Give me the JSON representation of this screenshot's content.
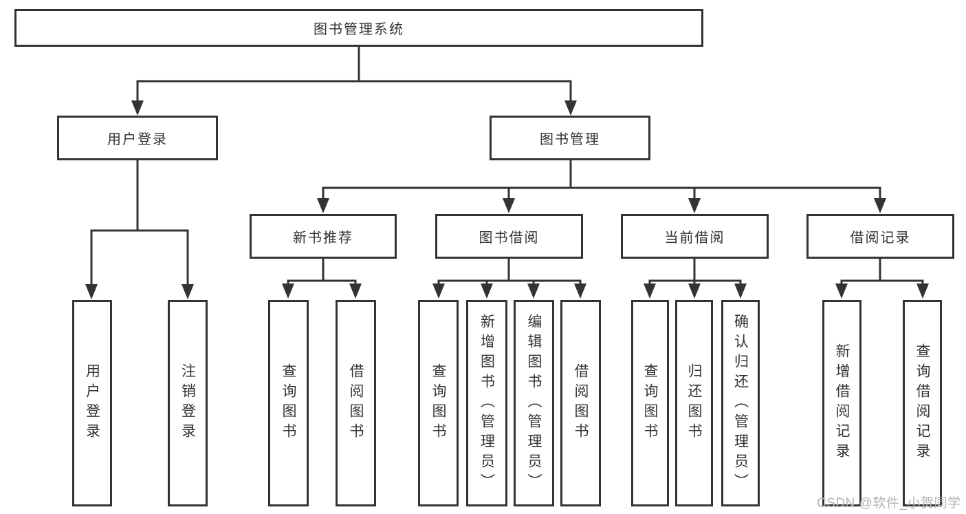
{
  "tree": {
    "root": {
      "label": "图书管理系统"
    },
    "branches": [
      {
        "label": "用户登录",
        "children": [
          {
            "label": "用户登录"
          },
          {
            "label": "注销登录"
          }
        ]
      },
      {
        "label": "图书管理",
        "children": [
          {
            "label": "新书推荐",
            "children": [
              {
                "label": "查询图书"
              },
              {
                "label": "借阅图书"
              }
            ]
          },
          {
            "label": "图书借阅",
            "children": [
              {
                "label": "查询图书"
              },
              {
                "label": "新增图书（管理员）"
              },
              {
                "label": "编辑图书（管理员）"
              },
              {
                "label": "借阅图书"
              }
            ]
          },
          {
            "label": "当前借阅",
            "children": [
              {
                "label": "查询图书"
              },
              {
                "label": "归还图书"
              },
              {
                "label": "确认归还（管理员）"
              }
            ]
          },
          {
            "label": "借阅记录",
            "children": [
              {
                "label": "新增借阅记录"
              },
              {
                "label": "查询借阅记录"
              }
            ]
          }
        ]
      }
    ]
  },
  "watermark": "CSDN @软件_小贺同学",
  "colors": {
    "line": "#333333",
    "text": "#333333",
    "background": "#ffffff",
    "watermark": "#b4b4b4"
  }
}
